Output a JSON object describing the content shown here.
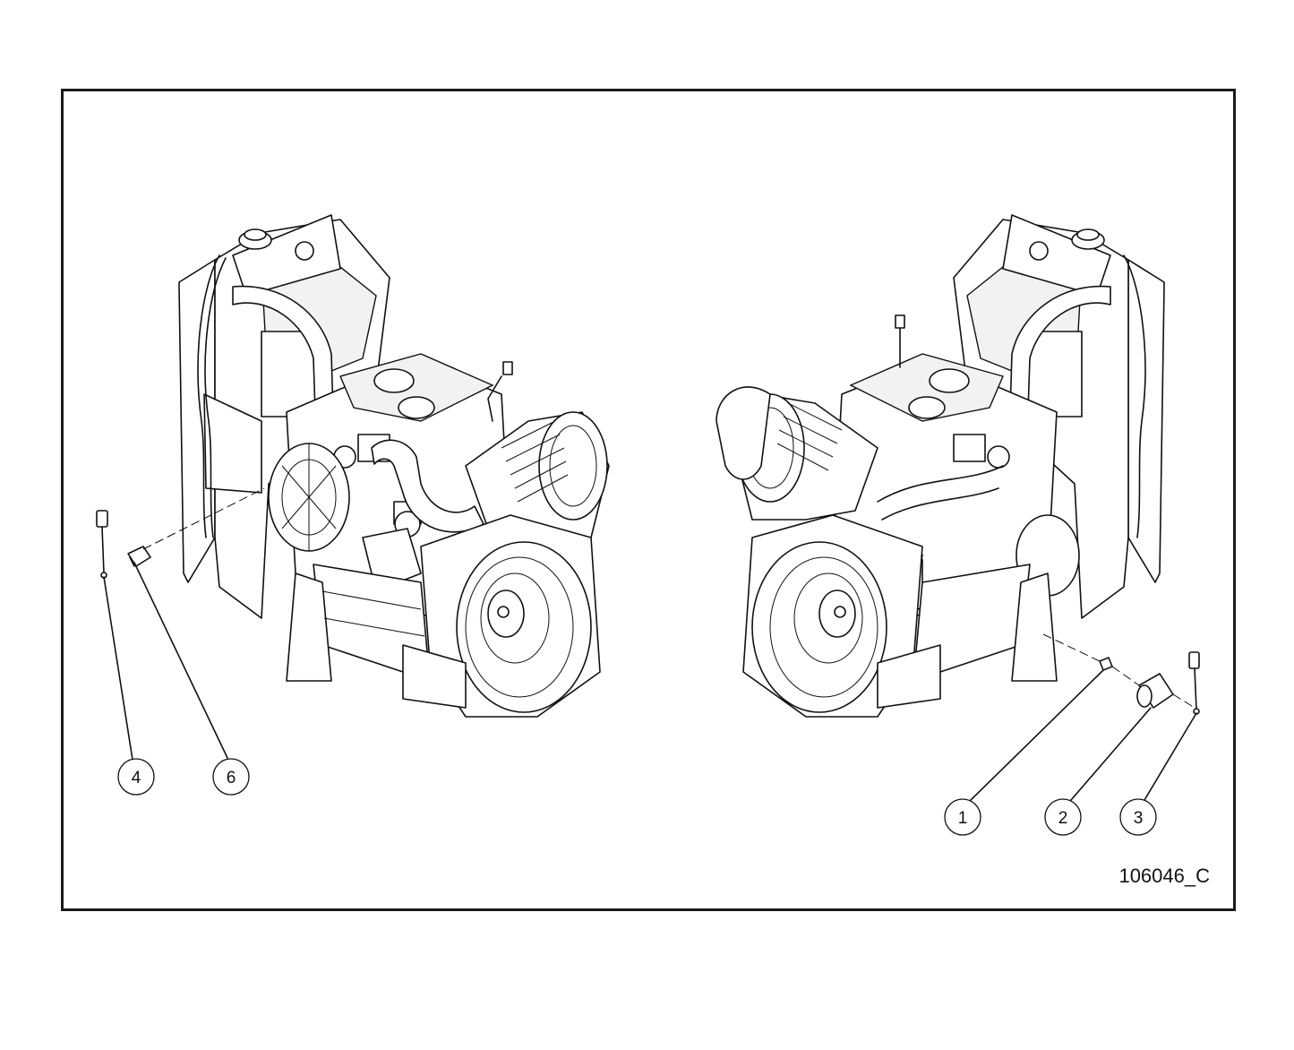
{
  "figure": {
    "id_label": "106046_C",
    "callouts": [
      {
        "label": "4"
      },
      {
        "label": "6"
      },
      {
        "label": "1"
      },
      {
        "label": "2"
      },
      {
        "label": "3"
      }
    ]
  },
  "colors": {
    "line": "#111111",
    "background": "#ffffff",
    "frame": "#1a1a1a"
  }
}
